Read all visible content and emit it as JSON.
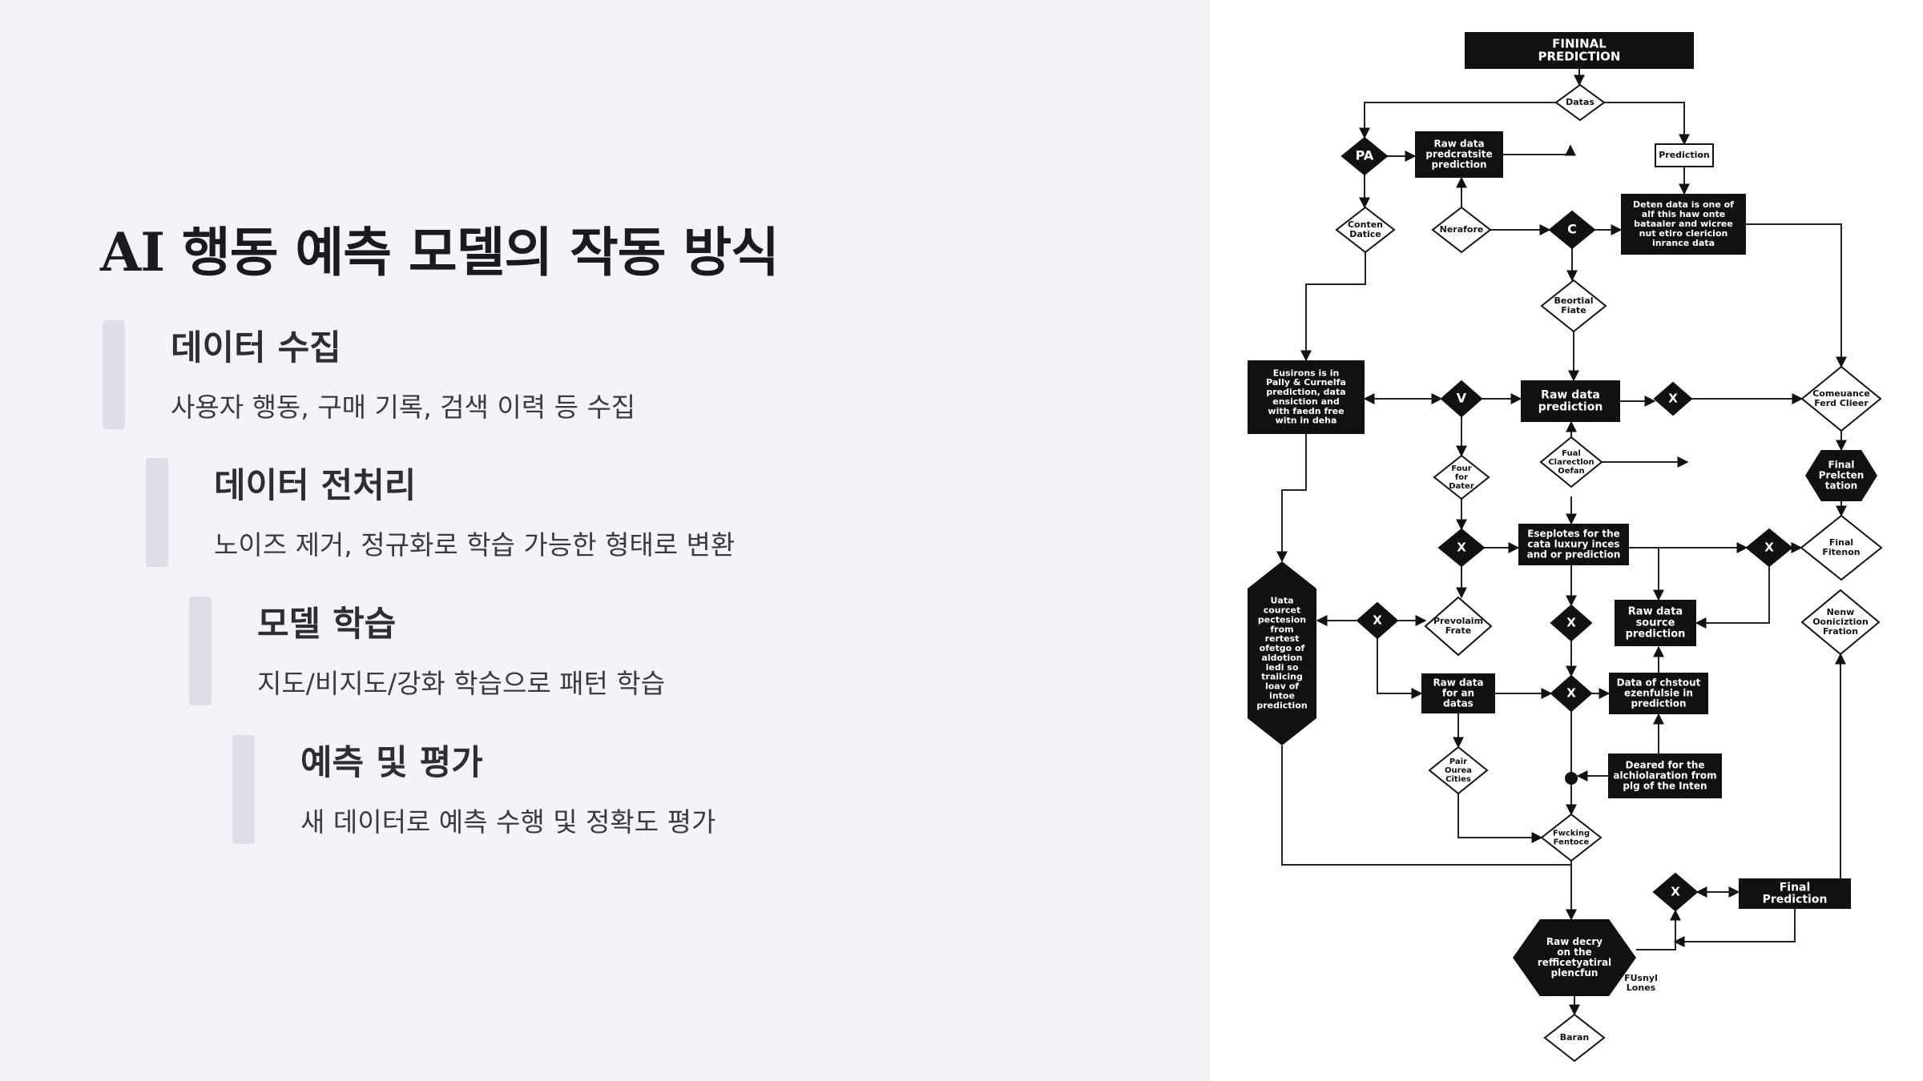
{
  "slide": {
    "title": "AI 행동 예측 모델의 작동 방식",
    "steps": [
      {
        "heading": "데이터 수집",
        "description": "사용자 행동, 구매 기록, 검색 이력 등 수집"
      },
      {
        "heading": "데이터 전처리",
        "description": "노이즈 제거, 정규화로 학습 가능한 형태로 변환"
      },
      {
        "heading": "모델 학습",
        "description": "지도/비지도/강화 학습으로 패턴 학습"
      },
      {
        "heading": "예측 및 평가",
        "description": "새 데이터로 예측 수행 및 정확도 평가"
      }
    ]
  },
  "diagram": {
    "nodes": {
      "top_title": [
        "FININAL",
        "PREDICTION"
      ],
      "d_datas": [
        "Datas"
      ],
      "pa": [
        "PA"
      ],
      "raw_pred_top": [
        "Raw data",
        "predcratsite",
        "prediction"
      ],
      "prediction_box": [
        "Prediction"
      ],
      "d_conten": [
        "Conten",
        "Datice"
      ],
      "d_nerafore": [
        "Nerafore"
      ],
      "c": [
        "C"
      ],
      "deten_box": [
        "Deten data is one of",
        "alf this haw onte",
        "bataaler and wicree",
        "nut etiro clericion",
        "inrance data"
      ],
      "d_beortial": [
        "Beortial",
        "Fiate"
      ],
      "eusirons_box": [
        "Eusirons is in",
        "Pally & Curnelfa",
        "prediction, data",
        "ensiction and",
        "with faedn free",
        "witn in deha"
      ],
      "v": [
        "V"
      ],
      "raw_pred_mid": [
        "Raw data",
        "prediction"
      ],
      "x_mid": [
        "X"
      ],
      "d_comeuance": [
        "Comeuance",
        "Ferd Clieer"
      ],
      "d_four": [
        "Four",
        "for",
        "Dater"
      ],
      "d_fual": [
        "Fual",
        "Clarectlon",
        "Oefan"
      ],
      "final_hex": [
        "Final",
        "Prelcten",
        "tation"
      ],
      "x_left1": [
        "X"
      ],
      "eseplotes_box": [
        "Eseplotes for the",
        "cata luxury inces",
        "and or prediction"
      ],
      "x_right1": [
        "X"
      ],
      "d_final_fitenon": [
        "Final",
        "Fitenon"
      ],
      "uata_tall": [
        "Uata",
        "courcet",
        "pectesion",
        "from",
        "rertest",
        "ofetgo of",
        "aldotion",
        "ledi so",
        "trailcing",
        "loav of",
        "intoe",
        "prediction"
      ],
      "x_left2": [
        "X"
      ],
      "d_prevolaim": [
        "Prevolaim",
        "Frate"
      ],
      "x_center2": [
        "X"
      ],
      "raw_source": [
        "Raw data",
        "source",
        "prediction"
      ],
      "d_nenw": [
        "Nenw",
        "Ooniciztion",
        "Fration"
      ],
      "raw_for_an": [
        "Raw data",
        "for an",
        "datas"
      ],
      "x_center3": [
        "X"
      ],
      "data_of_chstout": [
        "Data of chstout",
        "ezenfulsie in",
        "prediction"
      ],
      "d_pair": [
        "Pair",
        "Ourea",
        "Cities"
      ],
      "deared_box": [
        "Deared for the",
        "alchiolaration from",
        "plg of the Inten"
      ],
      "d_fwcking": [
        "Fwcking",
        "Fentoce"
      ],
      "x_bottom": [
        "X"
      ],
      "final_pred_bottom": [
        "Final",
        "Prediction"
      ],
      "raw_decry": [
        "Raw decry",
        "on the",
        "refficetyatiral",
        "plencfun"
      ],
      "fusnyl": [
        "FUsnyl",
        "Lones"
      ],
      "d_baran": [
        "Baran"
      ]
    }
  }
}
